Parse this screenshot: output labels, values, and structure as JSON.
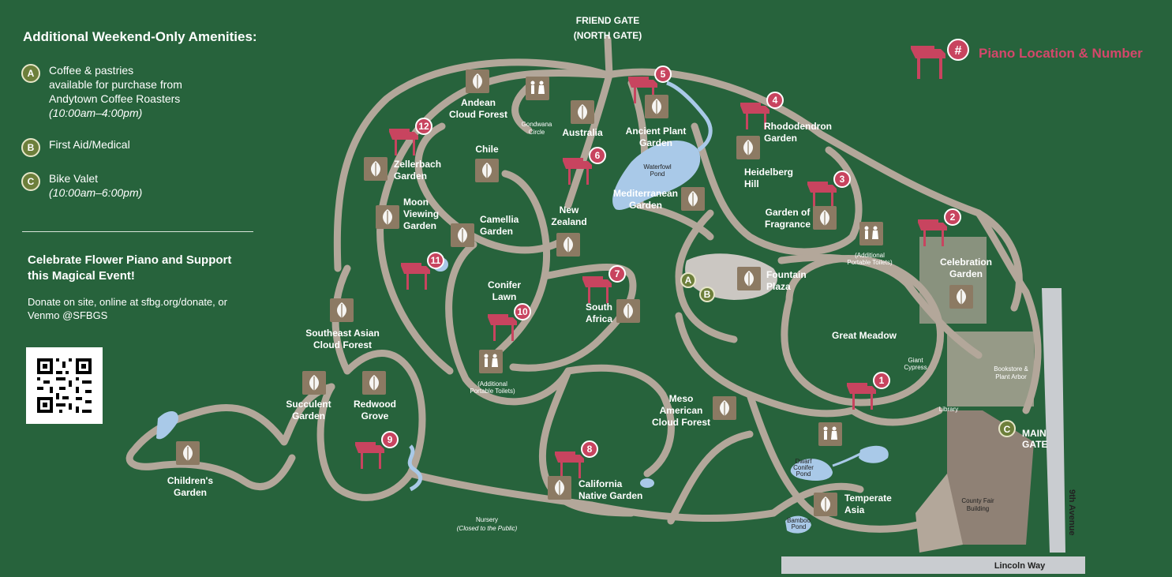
{
  "amenities": {
    "title": "Additional Weekend-Only Amenities:",
    "items": [
      {
        "letter": "A",
        "lines": [
          "Coffee & pastries",
          "available for purchase from",
          "Andytown Coffee Roasters"
        ],
        "note": "(10:00am–4:00pm)"
      },
      {
        "letter": "B",
        "lines": [
          "First Aid/Medical"
        ],
        "note": ""
      },
      {
        "letter": "C",
        "lines": [
          "Bike Valet"
        ],
        "note": "(10:00am–6:00pm)"
      }
    ]
  },
  "celebrate": {
    "title": "Celebrate Flower Piano and Support this Magical Event!",
    "donate": "Donate on site, online at sfbg.org/donate, or Venmo @SFBGS"
  },
  "legend": {
    "symbol": "#",
    "label": "Piano Location & Number"
  },
  "gates": {
    "north": [
      "FRIEND GATE",
      "(NORTH GATE)"
    ],
    "main": [
      "MAIN",
      "GATE"
    ],
    "main_letter": "C"
  },
  "streets": {
    "lincoln": "Lincoln Way",
    "ninth": "9th Avenue"
  },
  "gardens": [
    {
      "key": "andean",
      "lines": [
        "Andean",
        "Cloud Forest"
      ]
    },
    {
      "key": "australia",
      "lines": [
        "Australia"
      ]
    },
    {
      "key": "ancient",
      "lines": [
        "Ancient Plant",
        "Garden"
      ]
    },
    {
      "key": "rhodo",
      "lines": [
        "Rhododendron",
        "Garden"
      ]
    },
    {
      "key": "chile",
      "lines": [
        "Chile"
      ]
    },
    {
      "key": "zellerbach",
      "lines": [
        "Zellerbach",
        "Garden"
      ]
    },
    {
      "key": "heidelberg",
      "lines": [
        "Heidelberg",
        "Hill"
      ]
    },
    {
      "key": "mediterranean",
      "lines": [
        "Mediterranean",
        "Garden"
      ]
    },
    {
      "key": "moon",
      "lines": [
        "Moon",
        "Viewing",
        "Garden"
      ]
    },
    {
      "key": "camellia",
      "lines": [
        "Camellia",
        "Garden"
      ]
    },
    {
      "key": "newzealand",
      "lines": [
        "New",
        "Zealand"
      ]
    },
    {
      "key": "fragrance",
      "lines": [
        "Garden of",
        "Fragrance"
      ]
    },
    {
      "key": "celebration",
      "lines": [
        "Celebration",
        "Garden"
      ]
    },
    {
      "key": "fountain",
      "lines": [
        "Fountain",
        "Plaza"
      ]
    },
    {
      "key": "conifer",
      "lines": [
        "Conifer",
        "Lawn"
      ]
    },
    {
      "key": "southafrica",
      "lines": [
        "South",
        "Africa"
      ]
    },
    {
      "key": "seasian",
      "lines": [
        "Southeast Asian",
        "Cloud Forest"
      ]
    },
    {
      "key": "greatmeadow",
      "lines": [
        "Great Meadow"
      ]
    },
    {
      "key": "succulent",
      "lines": [
        "Succulent",
        "Garden"
      ]
    },
    {
      "key": "redwood",
      "lines": [
        "Redwood",
        "Grove"
      ]
    },
    {
      "key": "meso",
      "lines": [
        "Meso",
        "American",
        "Cloud Forest"
      ]
    },
    {
      "key": "children",
      "lines": [
        "Children's",
        "Garden"
      ]
    },
    {
      "key": "california",
      "lines": [
        "California",
        "Native Garden"
      ]
    },
    {
      "key": "temperate",
      "lines": [
        "Temperate",
        "Asia"
      ]
    }
  ],
  "small_labels": {
    "gondwana": [
      "Gondwana",
      "Circle"
    ],
    "waterfowl": [
      "Waterfowl",
      "Pond"
    ],
    "toilets1": [
      "(Additional",
      "Portable Toilets)"
    ],
    "toilets2": [
      "(Additional",
      "Portable Toilets)"
    ],
    "giant": [
      "Giant",
      "Cypress"
    ],
    "bookstore": [
      "Bookstore &",
      "Plant Arbor"
    ],
    "library": [
      "Library"
    ],
    "dwarf": [
      "Dwarf",
      "Conifer",
      "Pond"
    ],
    "countyfair": [
      "County Fair",
      "Building"
    ],
    "bamboo": [
      "Bamboo",
      "Pond"
    ],
    "nursery": [
      "Nursery",
      "(Closed to the Public)"
    ]
  },
  "pianos": [
    "1",
    "2",
    "3",
    "4",
    "5",
    "6",
    "7",
    "8",
    "9",
    "10",
    "11",
    "12"
  ],
  "markers": {
    "a": "A",
    "b": "B"
  },
  "colors": {
    "background": "#27633c",
    "path": "#b3a79a",
    "piano": "#c8445f",
    "water": "#a9c9e8",
    "icon": "#8c7a63",
    "plaza": "#cbc7c2",
    "building": "#8f8175"
  }
}
